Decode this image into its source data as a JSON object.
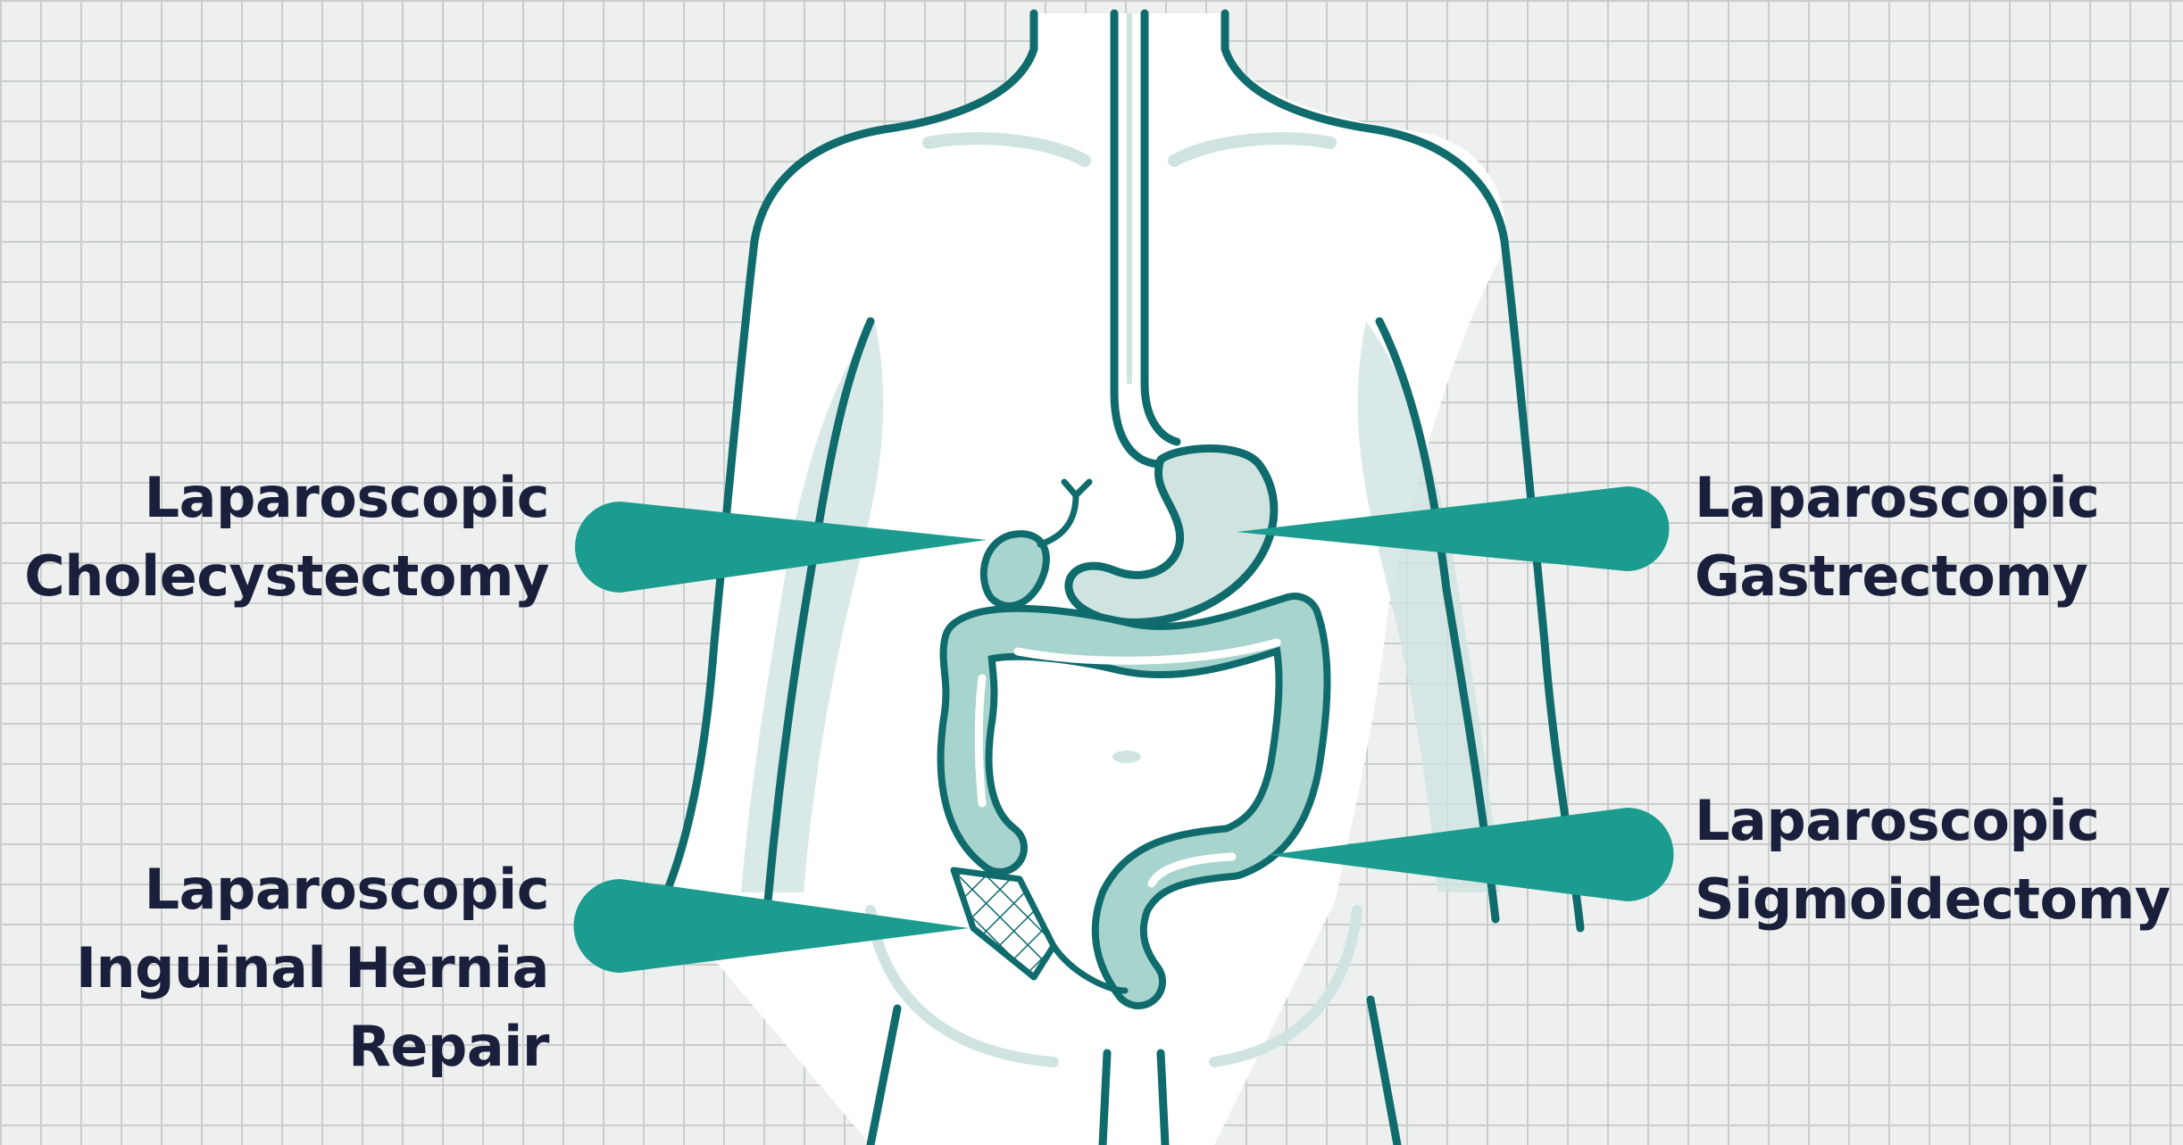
{
  "colors": {
    "outline": "#0f6b6c",
    "accent": "#1b9c8f",
    "organ_fill": "#a8d4ce",
    "body_shade": "#cfe4e1",
    "body_fill": "#ffffff",
    "text": "#1a1f3c",
    "grid": "#c9cdcc",
    "background": "#eef0ef"
  },
  "labels": {
    "cholecystectomy": {
      "line1": "Laparoscopic",
      "line2": "Cholecystectomy"
    },
    "hernia": {
      "line1": "Laparoscopic",
      "line2": "Inguinal Hernia",
      "line3": "Repair"
    },
    "gastrectomy": {
      "line1": "Laparoscopic",
      "line2": "Gastrectomy"
    },
    "sigmoidectomy": {
      "line1": "Laparoscopic",
      "line2": "Sigmoidectomy"
    }
  },
  "icons": [
    "torso-outline",
    "esophagus-icon",
    "stomach-icon",
    "gallbladder-icon",
    "colon-icon",
    "hernia-mesh-icon"
  ]
}
